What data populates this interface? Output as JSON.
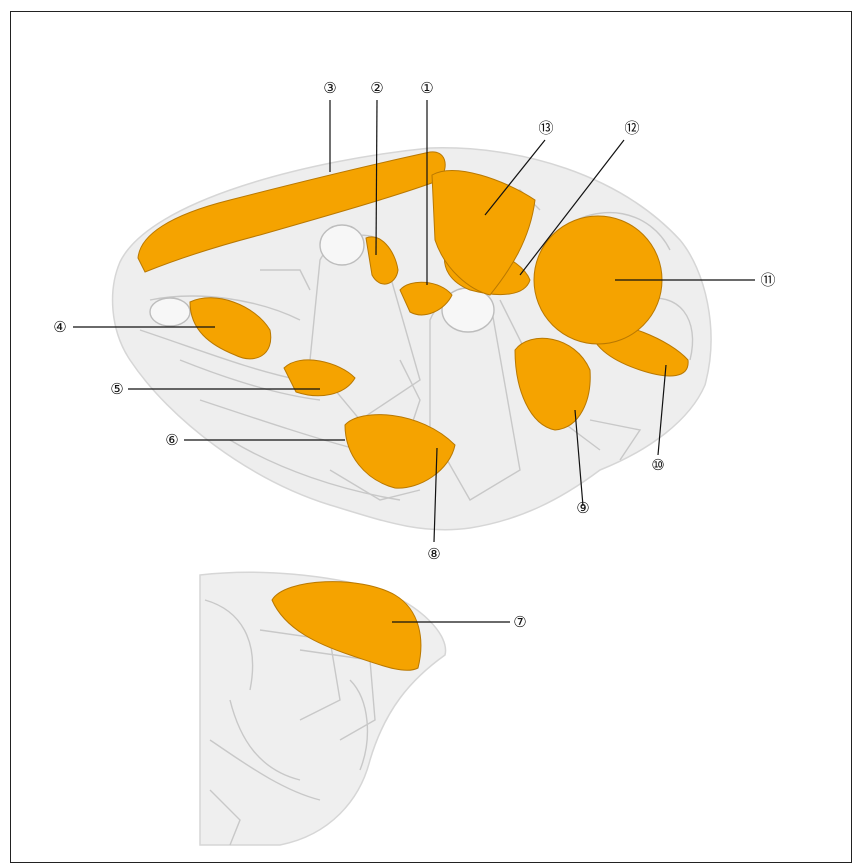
{
  "diagram": {
    "subject": "Vehicle airbag locations",
    "bag_color": "#F5A300",
    "line_color": "#c8c8c8",
    "callouts": [
      {
        "id": "1",
        "label": "①"
      },
      {
        "id": "2",
        "label": "②"
      },
      {
        "id": "3",
        "label": "③"
      },
      {
        "id": "4",
        "label": "④"
      },
      {
        "id": "5",
        "label": "⑤"
      },
      {
        "id": "6",
        "label": "⑥"
      },
      {
        "id": "7",
        "label": "⑦"
      },
      {
        "id": "8",
        "label": "⑧"
      },
      {
        "id": "9",
        "label": "⑨"
      },
      {
        "id": "10",
        "label": "⑩"
      },
      {
        "id": "11",
        "label": "⑪"
      },
      {
        "id": "12",
        "label": "⑫"
      },
      {
        "id": "13",
        "label": "⑬"
      }
    ]
  }
}
